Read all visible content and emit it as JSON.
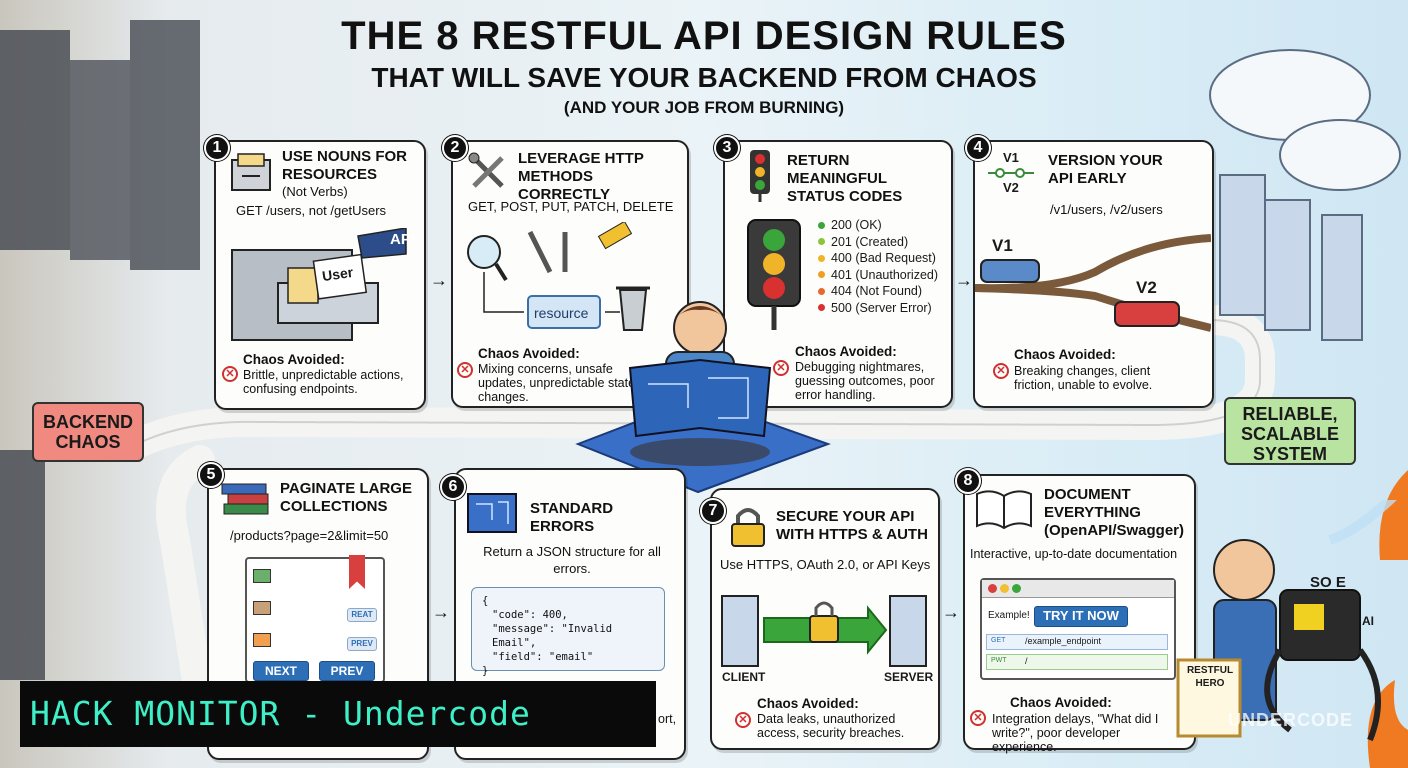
{
  "header": {
    "title": "THE 8 RESTFUL API DESIGN RULES",
    "subtitle": "THAT WILL SAVE YOUR BACKEND FROM CHAOS",
    "tagline": "(AND YOUR JOB FROM BURNING)"
  },
  "signs": {
    "left": "BACKEND CHAOS",
    "right": "RELIABLE, SCALABLE SYSTEM"
  },
  "rules": [
    {
      "number": "1",
      "title": "USE NOUNS FOR RESOURCES",
      "note": "(Not Verbs)",
      "example": "GET /users, not /getUsers",
      "labels": [
        "API",
        "User"
      ],
      "chaos_label": "Chaos Avoided:",
      "chaos_desc": "Brittle, unpredictable actions, confusing endpoints."
    },
    {
      "number": "2",
      "title": "LEVERAGE HTTP METHODS CORRECTLY",
      "example": "GET, POST, PUT, PATCH, DELETE",
      "labels": [
        "resource"
      ],
      "chaos_label": "Chaos Avoided:",
      "chaos_desc": "Mixing concerns, unsafe updates, unpredictable state changes."
    },
    {
      "number": "3",
      "title": "RETURN MEANINGFUL STATUS CODES",
      "status_codes": [
        {
          "text": "200 (OK)",
          "color": "#3aa53a"
        },
        {
          "text": "201 (Created)",
          "color": "#8cc43c"
        },
        {
          "text": "400 (Bad Request)",
          "color": "#f0b429"
        },
        {
          "text": "401 (Unauthorized)",
          "color": "#f0a020"
        },
        {
          "text": "404 (Not Found)",
          "color": "#e8672a"
        },
        {
          "text": "500 (Server Error)",
          "color": "#d93030"
        }
      ],
      "chaos_label": "Chaos Avoided:",
      "chaos_desc": "Debugging nightmares, guessing outcomes, poor error handling."
    },
    {
      "number": "4",
      "title": "VERSION YOUR API EARLY",
      "version_icon": [
        "V1",
        "V2"
      ],
      "example": "/v1/users, /v2/users",
      "labels": [
        "V1",
        "V2"
      ],
      "chaos_label": "Chaos Avoided:",
      "chaos_desc": "Breaking changes, client friction, unable to evolve."
    },
    {
      "number": "5",
      "title": "PAGINATE LARGE COLLECTIONS",
      "example": "/products?page=2&limit=50",
      "buttons": [
        "NEXT",
        "PREV"
      ],
      "small_buttons": [
        "REAT",
        "PREV"
      ]
    },
    {
      "number": "6",
      "title": "STANDARD ERRORS",
      "example": "Return a JSON structure for all errors.",
      "code_lines": [
        "{",
        "\"code\": 400,",
        "\"message\": \"Invalid Email\",",
        "\"field\": \"email\"",
        "}"
      ],
      "partial_text": "ort,"
    },
    {
      "number": "7",
      "title": "SECURE YOUR API WITH HTTPS & AUTH",
      "example": "Use HTTPS, OAuth 2.0, or API Keys",
      "labels": [
        "CLIENT",
        "SERVER"
      ],
      "chaos_label": "Chaos Avoided:",
      "chaos_desc": "Data leaks, unauthorized access, security breaches."
    },
    {
      "number": "8",
      "title": "DOCUMENT EVERYTHING",
      "title2": "(OpenAPI/Swagger)",
      "example": "Interactive, up-to-date documentation",
      "doc_example": "Example!",
      "doc_button": "TRY IT NOW",
      "endpoints": [
        {
          "method": "GET",
          "path": "/example_endpoint"
        },
        {
          "method": "PWT",
          "path": "/"
        }
      ],
      "chaos_label": "Chaos Avoided:",
      "chaos_desc": "Integration delays, \"What did I write?\", poor developer experience."
    }
  ],
  "misc": {
    "cert_text": "RESTFUL HERO",
    "watermark": "UNDERCODE",
    "corner_text": "SO E",
    "ai_label": "AI"
  },
  "banner": "HACK MONITOR - Undercode",
  "colors": {
    "sign_left": "#f08a80",
    "sign_right": "#b9e3a0",
    "banner_text": "#3ef0c8",
    "button": "#2d6fb6"
  }
}
